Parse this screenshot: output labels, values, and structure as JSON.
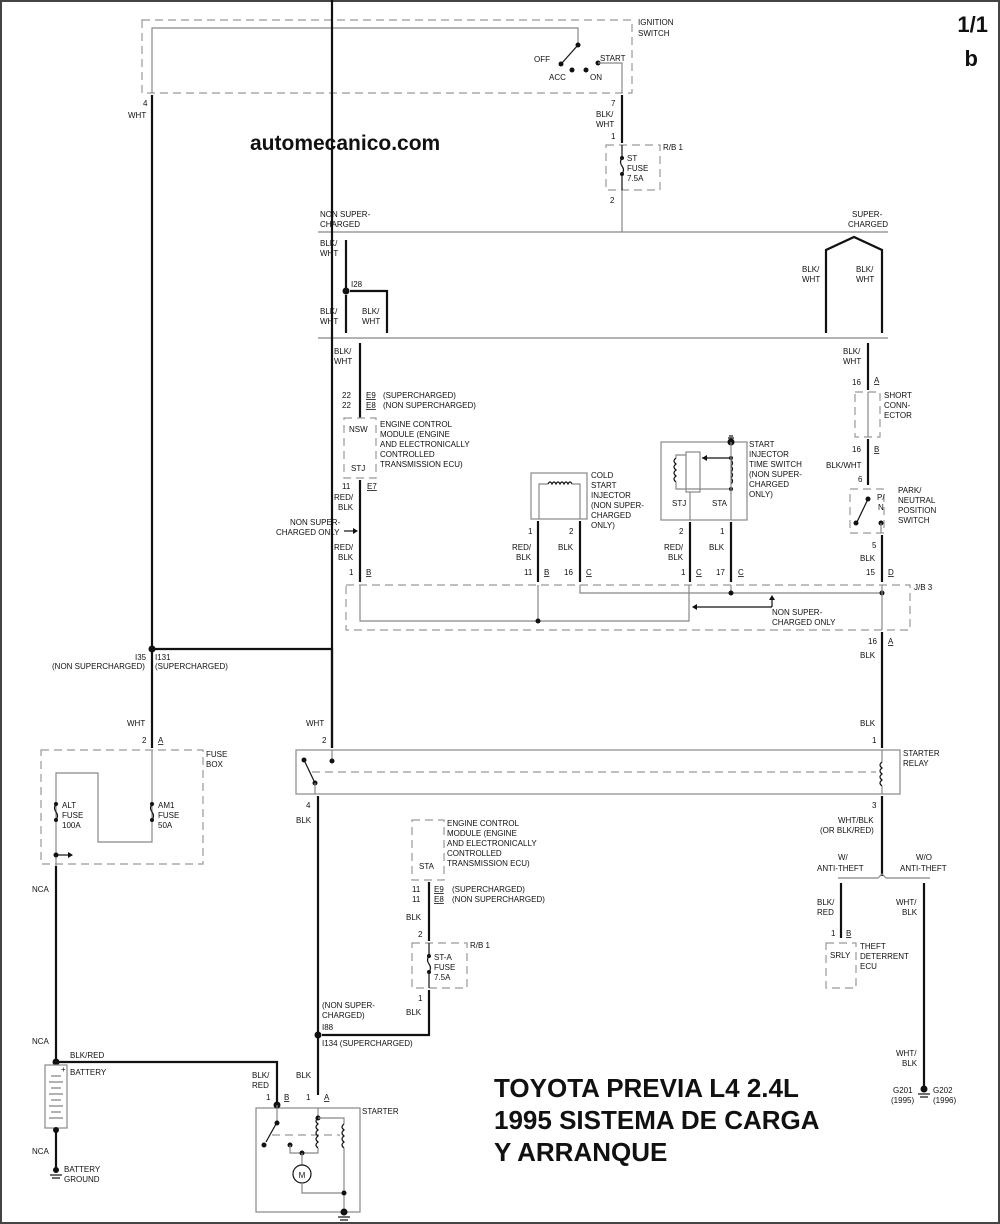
{
  "page": {
    "number": "1/1",
    "variant": "b"
  },
  "watermark": "automecanico.com",
  "title_lines": [
    "TOYOTA PREVIA L4 2.4L",
    "1995 SISTEMA DE CARGA",
    "Y ARRANQUE"
  ],
  "ignition_switch": {
    "label_1": "IGNITION",
    "label_2": "SWITCH",
    "positions": {
      "off": "OFF",
      "acc": "ACC",
      "on": "ON",
      "start": "START"
    },
    "pin_left": "4",
    "wire_left": "WHT",
    "pin_right": "7",
    "wire_right_1": "BLK/",
    "wire_right_2": "WHT"
  },
  "st_fuse": {
    "box": "R/B 1",
    "pin_in": "1",
    "pin_out": "2",
    "l1": "ST",
    "l2": "FUSE",
    "l3": "7.5A"
  },
  "branches": {
    "non_sc_1": "NON SUPER-",
    "non_sc_2": "CHARGED",
    "sc_1": "SUPER-",
    "sc_2": "CHARGED",
    "wire_1": "BLK/",
    "wire_2": "WHT",
    "splice": "I28"
  },
  "ecm_top": {
    "pin": "22",
    "conn_sc": "E9",
    "note_sc": "(SUPERCHARGED)",
    "conn_nsc": "E8",
    "note_nsc": "(NON SUPERCHARGED)",
    "term_top": "NSW",
    "term_bottom": "STJ",
    "name": [
      "ENGINE CONTROL",
      "MODULE (ENGINE",
      "AND ELECTRONICALLY",
      "CONTROLLED",
      "TRANSMISSION ECU)"
    ],
    "pin_out": "11",
    "conn_out": "E7",
    "wire_1": "RED/",
    "wire_2": "BLK",
    "note_1": "NON SUPER-",
    "note_2": "CHARGED ONLY",
    "jb_pin": "1",
    "jb_conn": "B"
  },
  "cold_start_injector": {
    "name": [
      "COLD",
      "START",
      "INJECTOR",
      "(NON SUPER-",
      "CHARGED",
      "ONLY)"
    ],
    "pin_1": "1",
    "pin_2": "2",
    "wire_1a": "RED/",
    "wire_1b": "BLK",
    "wire_2": "BLK",
    "jb_pin_1": "11",
    "jb_conn_1": "B",
    "jb_pin_2": "16",
    "jb_conn_2": "C"
  },
  "time_switch": {
    "name": [
      "START",
      "INJECTOR",
      "TIME SWITCH",
      "(NON SUPER-",
      "CHARGED",
      "ONLY)"
    ],
    "term_stj": "STJ",
    "term_sta": "STA",
    "pin_stj": "2",
    "pin_sta": "1",
    "wire_stj_1": "RED/",
    "wire_stj_2": "BLK",
    "wire_sta": "BLK",
    "jb_pin_stj": "1",
    "jb_conn_stj": "C",
    "jb_pin_sta": "17",
    "jb_conn_sta": "C"
  },
  "short_connector": {
    "wire_1": "BLK/",
    "wire_2": "WHT",
    "pin_a": "16",
    "conn_a": "A",
    "pin_b": "16",
    "conn_b": "B",
    "name": [
      "SHORT",
      "CONN-",
      "ECTOR"
    ],
    "wire_out": "BLK/WHT"
  },
  "pn_switch": {
    "pin_in": "6",
    "pin_out": "5",
    "contact": [
      "P/",
      "N"
    ],
    "name": [
      "PARK/",
      "NEUTRAL",
      "POSITION",
      "SWITCH"
    ],
    "wire_out": "BLK",
    "jb_pin": "15",
    "jb_conn": "D"
  },
  "jb3": {
    "label": "J/B 3",
    "note_1": "NON SUPER-",
    "note_2": "CHARGED ONLY",
    "out_pin": "16",
    "out_conn": "A",
    "out_wire": "BLK"
  },
  "splice_left": {
    "i35": "I35",
    "i35_note": "(NON SUPERCHARGED)",
    "i131": "I131",
    "i131_note": "(SUPERCHARGED)"
  },
  "fuse_box": {
    "label_1": "FUSE",
    "label_2": "BOX",
    "wire_in": "WHT",
    "pin_in": "2",
    "conn_in": "A",
    "alt": [
      "ALT",
      "FUSE",
      "100A"
    ],
    "am1": [
      "AM1",
      "FUSE",
      "50A"
    ]
  },
  "starter_relay": {
    "label_1": "STARTER",
    "label_2": "RELAY",
    "wire_in_left": "WHT",
    "pin_in_left": "2",
    "wire_in_right": "BLK",
    "pin_in_right": "1",
    "pin_out_left": "4",
    "wire_out_left": "BLK",
    "pin_out_right": "3",
    "wire_out_right_1": "WHT/BLK",
    "wire_out_right_2": "(OR BLK/RED)"
  },
  "ecm_bottom": {
    "name": [
      "ENGINE CONTROL",
      "MODULE (ENGINE",
      "AND ELECTRONICALLY",
      "CONTROLLED",
      "TRANSMISSION ECU)"
    ],
    "term": "STA",
    "pin": "11",
    "conn_sc": "E9",
    "note_sc": "(SUPERCHARGED)",
    "conn_nsc": "E8",
    "note_nsc": "(NON SUPERCHARGED)",
    "wire": "BLK"
  },
  "sta_fuse": {
    "box": "R/B 1",
    "pin_in": "2",
    "pin_out": "1",
    "l1": "ST-A",
    "l2": "FUSE",
    "l3": "7.5A",
    "wire_out": "BLK"
  },
  "splice_starter": {
    "i88_note_1": "(NON SUPER-",
    "i88_note_2": "CHARGED)",
    "i88": "I88",
    "i134": "I134 (SUPERCHARGED)"
  },
  "anti_theft": {
    "w_1": "W/",
    "w_2": "ANTI-THEFT",
    "wo_1": "W/O",
    "wo_2": "ANTI-THEFT",
    "wire_w_1": "BLK/",
    "wire_w_2": "RED",
    "pin": "1",
    "conn": "B",
    "term": "SRLY",
    "ecu": [
      "THEFT",
      "DETERRENT",
      "ECU"
    ],
    "wire_wo_1": "WHT/",
    "wire_wo_2": "BLK",
    "g201": "G201",
    "g201_year": "(1995)",
    "g202": "G202",
    "g202_year": "(1996)"
  },
  "battery": {
    "wire_top": "NCA",
    "wire_mid": "NCA",
    "wire_bottom": "NCA",
    "wire_out": "BLK/RED",
    "label": "BATTERY",
    "ground_1": "BATTERY",
    "ground_2": "GROUND"
  },
  "starter": {
    "label": "STARTER",
    "wire_b_1": "BLK/",
    "wire_b_2": "RED",
    "pin_b": "1",
    "conn_b": "B",
    "wire_a": "BLK",
    "pin_a": "1",
    "conn_a": "A",
    "motor": "M"
  }
}
